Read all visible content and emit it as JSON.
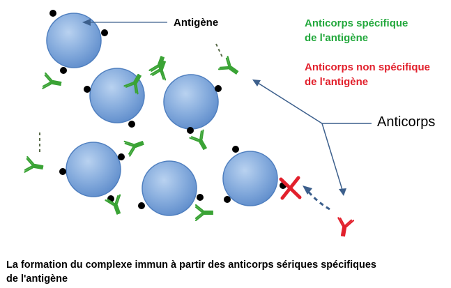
{
  "labels": {
    "antigen": "Antigène",
    "specific_line1": "Anticorps spécifique",
    "specific_line2": "de l'antigène",
    "nonspecific_line1": "Anticorps non spécifique",
    "nonspecific_line2": "de l'antigène",
    "antibodies": "Anticorps"
  },
  "caption": {
    "line1": "La formation du complexe immun à partir des anticorps sériques spécifiques",
    "line2": "de l'antigène"
  },
  "colors": {
    "cell": "#7ea6da",
    "cell_border": "#4f7fbf",
    "antibody_specific": "#3aa335",
    "antibody_nonspecific": "#e2202c",
    "epitope": "#000000",
    "arrow": "#3c5f8c",
    "specific_text": "#22a83c",
    "nonspecific_text": "#e2202c"
  }
}
